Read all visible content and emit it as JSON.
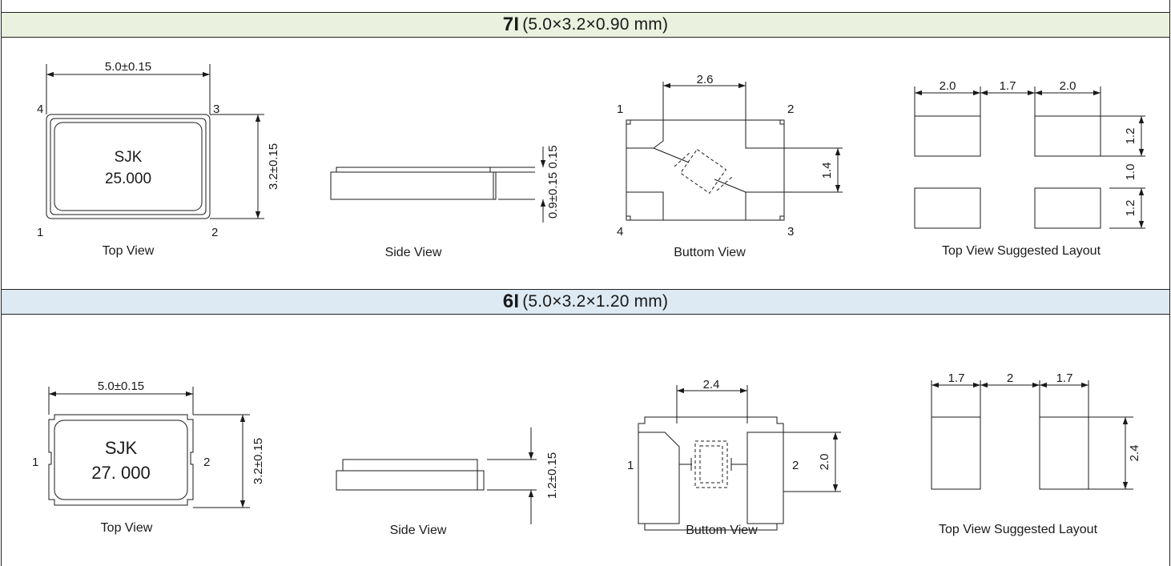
{
  "sections": [
    {
      "code": "7I",
      "size": "(5.0×3.2×0.90 mm)",
      "header_color": "#eaf1de",
      "top_view": {
        "label": "Top View",
        "marking": [
          "SJK",
          "25.000"
        ],
        "width_dim": "5.0±0.15",
        "height_dim": "3.2±0.15",
        "pins": [
          "4",
          "3",
          "1",
          "2"
        ]
      },
      "side_view": {
        "label": "Side View",
        "dim_upper": "0.15",
        "dim_main": "0.9±0.15"
      },
      "bottom_view": {
        "label": "Buttom View",
        "dim_width": "2.6",
        "dim_height": "1.4",
        "pins": [
          "1",
          "2",
          "4",
          "3"
        ]
      },
      "layout": {
        "label": "Top View Suggested Layout",
        "dims_top": [
          "2.0",
          "1.7",
          "2.0"
        ],
        "dims_side": [
          "1.2",
          "1.0",
          "1.2"
        ]
      }
    },
    {
      "code": "6I",
      "size": "(5.0×3.2×1.20 mm)",
      "header_color": "#dde9f3",
      "top_view": {
        "label": "Top View",
        "marking": [
          "SJK",
          "27. 000"
        ],
        "width_dim": "5.0±0.15",
        "height_dim": "3.2±0.15",
        "pins": [
          "1",
          "2"
        ]
      },
      "side_view": {
        "label": "Side View",
        "dim_main": "1.2±0.15"
      },
      "bottom_view": {
        "label": "Buttom View",
        "dim_width": "2.4",
        "dim_height": "2.0",
        "pins": [
          "1",
          "2"
        ]
      },
      "layout": {
        "label": "Top View Suggested Layout",
        "dims_top": [
          "1.7",
          "2",
          "1.7"
        ],
        "dims_side": [
          "2.4"
        ]
      }
    }
  ]
}
